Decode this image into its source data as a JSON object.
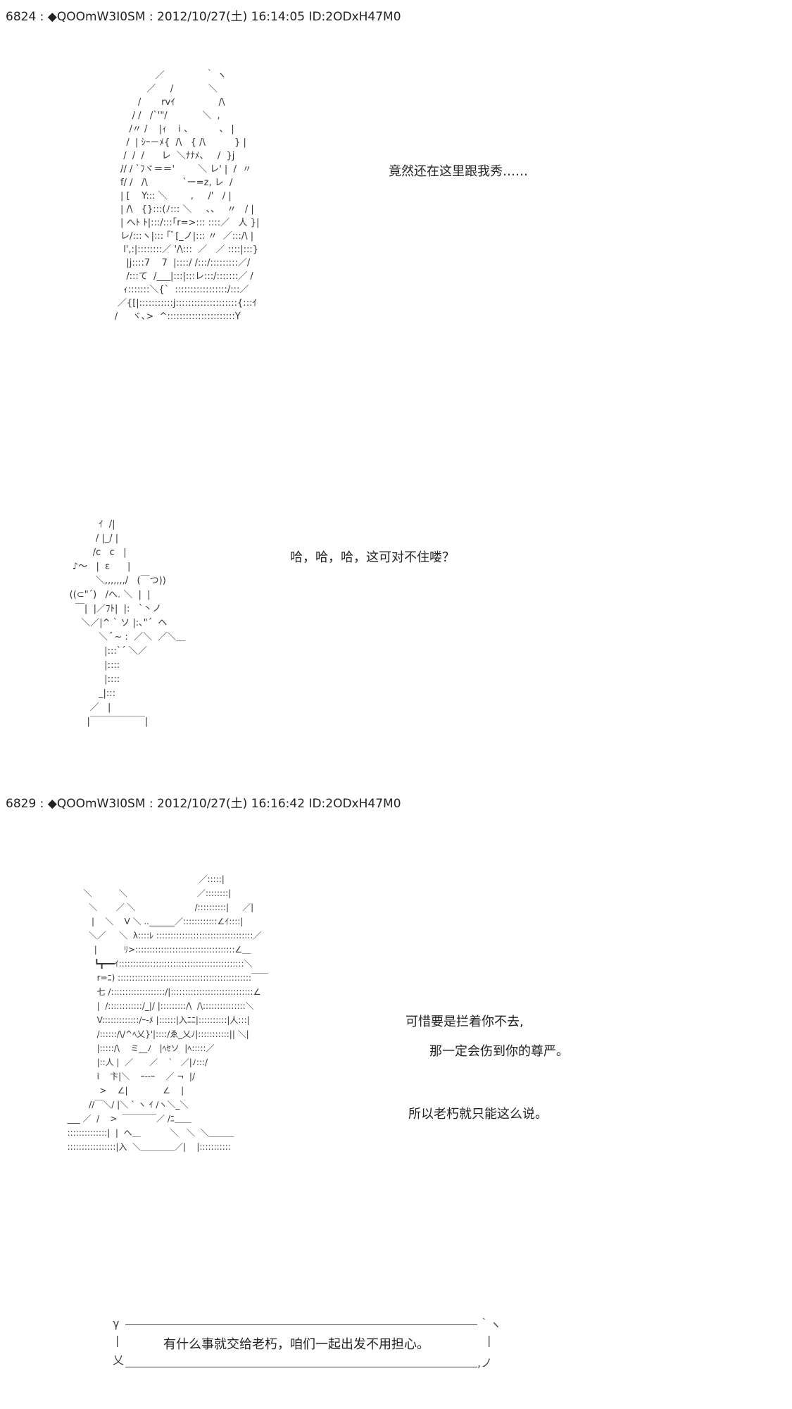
{
  "posts": [
    {
      "header": "6824 : ◆QOOmW3I0SM : 2012/10/27(土) 16:14:05 ID:2ODxH47M0",
      "aa1": "                    ／              ｀ ヽ\n                 ／     /            ＼\n              /       rvｲ               /\\\n            / /   /`'\"/            ＼  ,\n           /〃 /    |ｨ    i 、         、 |\n          /  | ｼｰ－ﾒ{  /\\   { /\\          } |\n         /  /  /      レ  ＼ﾅﾅﾒ、   /  }j\n        // / `ﾌヾ＝＝'        ＼ レ' |  /  〃\n        f/ /   /\\            `ー=z, レ  /\n        | [    Y::: ＼        ,     /'   / |\n        | /\\   {}:::(ﾉ::: ＼     ､､    〃   / |\n        | へﾄ ﾄ|:::/:::｢r=>::: ::::／   人 }|\n        レ/:::ヽ|::: ｢ﾞ[_ノ|::: 〃  ／:::/\\ |\n         l',:|::::::::／ '/\\:::  ／   ／ ::::|:::}\n          |j::::7    7  |::::/ /:::/:::::::::／/\n          /:::て  /___|:::|:::レ:::/:::::::／ /\n         ｨ:::::::＼{`  :::::::::::::::::/:::／\n       ／{[|:::::::::::j::::::::::::::::::::{:::ｲ\n      /     ヾ､>  ^::::::::::::::::::::::Y",
      "dialog1": "竟然还在这里跟我秀……",
      "aa2": "               ｲ  /|\n              / |_/ |\n             /c   c   |\n      ♪～   |  ε      |\n              ＼,,,,,,,/   (￣つ))\n     ((⊂\"´)   /へ. ＼  |  |\n       ￣|  |／ﾌﾄ|  |:   `丶ノ\n         ＼／|^ ` ソ |:､\"´  ヘ\n               ＼ ﾞ~ :  ／＼  ／＼＿\n                 |:::`´ ＼／\n                 |::::\n                 |::::\n               _|:::\n            ／   |\n           |￣￣￣￣￣￣|",
      "dialog2": "哈，哈，哈，这可对不住喽？"
    },
    {
      "header": "6829 : ◆QOOmW3I0SM : 2012/10/27(土) 16:16:42 ID:2ODxH47M0",
      "aa3": "                                                   ／:::::|\n        ＼          ＼                          ／::::::::|\n          ＼       ／ ＼                      /::::::::::|     ／|\n           |    ＼    V ＼ ..______／::::::::::::∠ｲ::::|\n          ＼／     ＼  λ::::ﾚ ::::::::::::::::::::::::::::::::::／\n            |          ﾘ>:::::::::::::::::::::::::::::::::::∠＿\n            ┗┳━━ｲ::::::::::::::::::::::::::::::::::::::::::::＼\n             r=ﾆ) :::::::::::::::::::::::::::::::::::::::::::::::￣￣\n             七 /:::::::::::::::::::/|:::::::::::::::::::::::::::::∠\n             |  /::::::::::::/_|/ |:::::::::/\\  /\\:::::::::::::::＼\n             V:::::::::::::/ｰ-ﾒ |::::::|入ﾆﾆ|::::::::::|人:::|\n             /::::::/\\/^ﾍ乂}'|::::/ゑ_乂ﾉ|:::::::::::|| ＼|\n             |:::::/\\    ミ__ﾉ   |ﾍｾソ  |ﾍ:::::／\n             |::人 |  ／      ／    `   ／|ﾉ:::/\n             i    卞|＼    ｰ-‐ｰ    ／ ¬  |/\n              >    ∠|             ∠    |\n          //￣＼/ |＼ ` ヽ ｲ /ヽ＼_＼\n  ___ ／  /    >  ￣￣￣￣／ /ﾆ＿＿\n  ::::::::::::::|  |  へ＿           ＼   ＼  ＼＿＿＿\n  :::::::::::::::::|入  ＼＿＿＿＿／|    |:::::::::::",
      "dialog3a": "可惜要是拦着你不去,",
      "dialog3b": "那一定会伤到你的尊严。",
      "dialog3c": "所以老朽就只能这么说。",
      "box_text": "有什么事就交给老朽，咱们一起出发不用担心。"
    }
  ]
}
